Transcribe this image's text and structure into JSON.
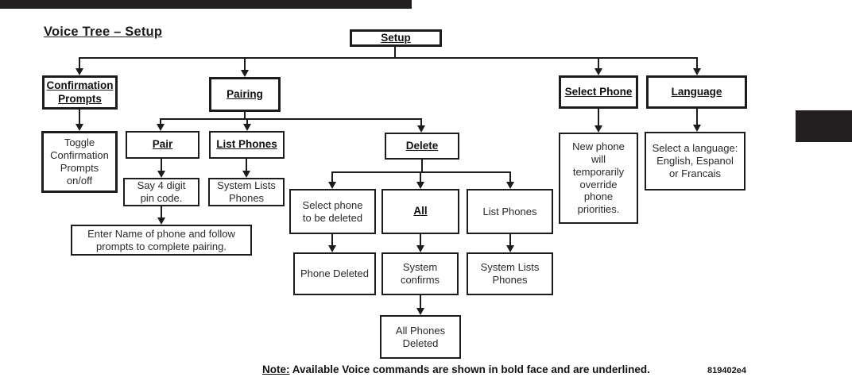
{
  "page": {
    "title": "Voice Tree – Setup",
    "note": {
      "label": "Note:",
      "text": "Available Voice commands are shown in bold face and are underlined."
    },
    "figure_code": "819402e4"
  },
  "nodes": {
    "setup": "Setup",
    "confirmation_prompts": "Confirmation\nPrompts",
    "toggle_confirmation": "Toggle\nConfirmation\nPrompts\non/off",
    "pairing": "Pairing",
    "pair": "Pair",
    "list_phones": "List Phones",
    "say_pin": "Say 4 digit\npin code.",
    "system_lists_phones": "System Lists\nPhones",
    "enter_name": "Enter Name of phone and follow\nprompts to complete pairing.",
    "delete": "Delete",
    "select_phone_to_delete": "Select phone\nto be deleted",
    "all": "All",
    "delete_list_phones": "List Phones",
    "phone_deleted": "Phone Deleted",
    "system_confirms": "System\nconfirms",
    "delete_system_lists_phones": "System Lists\nPhones",
    "all_phones_deleted": "All Phones\nDeleted",
    "select_phone": "Select Phone",
    "new_phone_info": "New phone\nwill\ntemporarily\noverride\nphone\npriorities.",
    "language": "Language",
    "select_language": "Select a language:\nEnglish, Espanol\nor Francais"
  }
}
